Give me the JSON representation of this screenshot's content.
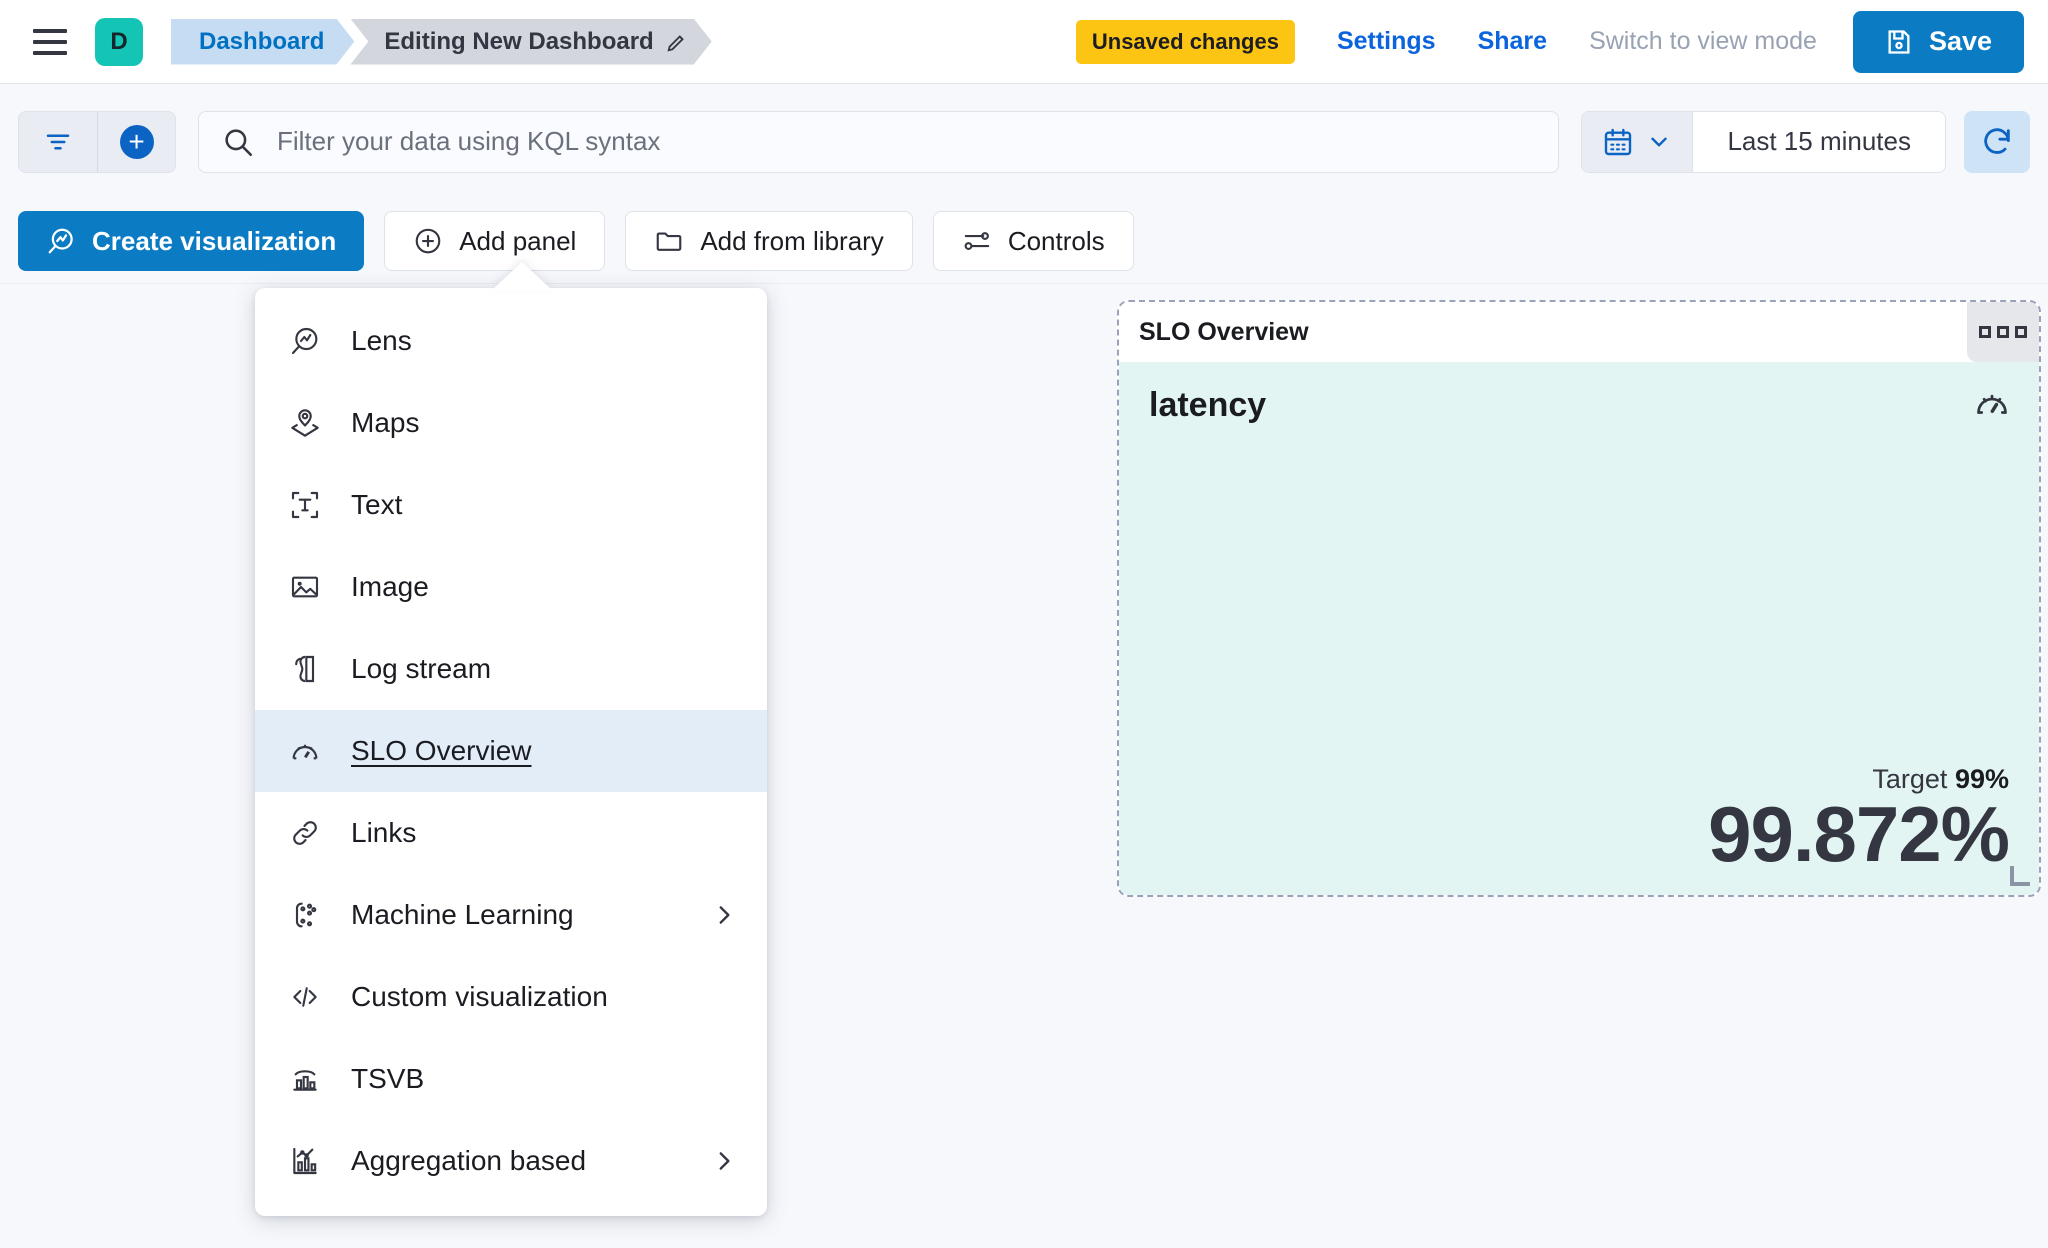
{
  "header": {
    "menu_icon": "hamburger-menu-icon",
    "space_initial": "D",
    "breadcrumbs": [
      {
        "label": "Dashboard",
        "icon": ""
      },
      {
        "label": "Editing New Dashboard",
        "icon": "pencil-icon"
      }
    ],
    "unsaved_badge": "Unsaved changes",
    "settings_link": "Settings",
    "share_link": "Share",
    "view_mode_link": "Switch to view mode",
    "save_label": "Save",
    "save_icon": "save-disk-icon",
    "accent_blue": "#0B7CC4",
    "badge_yellow": "#FDC513",
    "space_teal": "#14C5B5"
  },
  "querybar": {
    "filter_icon": "filter-icon",
    "add_filter_icon": "add-circle-icon",
    "search_icon": "search-icon",
    "placeholder": "Filter your data using KQL syntax",
    "value": "",
    "calendar_icon": "calendar-icon",
    "chevron_icon": "chevron-down-icon",
    "time_range": "Last 15 minutes",
    "refresh_icon": "refresh-icon"
  },
  "toolbar": {
    "create_visualization": "Create visualization",
    "create_visualization_icon": "lens-icon",
    "add_panel": "Add panel",
    "add_panel_icon": "plus-circle-icon",
    "add_from_library": "Add from library",
    "add_from_library_icon": "folder-icon",
    "controls": "Controls",
    "controls_icon": "controls-icon"
  },
  "add_panel_menu": {
    "items": [
      {
        "label": "Lens",
        "icon": "lens-icon",
        "submenu": false,
        "selected": false
      },
      {
        "label": "Maps",
        "icon": "map-marker-icon",
        "submenu": false,
        "selected": false
      },
      {
        "label": "Text",
        "icon": "text-box-icon",
        "submenu": false,
        "selected": false
      },
      {
        "label": "Image",
        "icon": "image-icon",
        "submenu": false,
        "selected": false
      },
      {
        "label": "Log stream",
        "icon": "log-stream-icon",
        "submenu": false,
        "selected": false
      },
      {
        "label": "SLO Overview",
        "icon": "gauge-icon",
        "submenu": false,
        "selected": true
      },
      {
        "label": "Links",
        "icon": "link-icon",
        "submenu": false,
        "selected": false
      },
      {
        "label": "Machine Learning",
        "icon": "machine-learning-icon",
        "submenu": true,
        "selected": false
      },
      {
        "label": "Custom visualization",
        "icon": "code-icon",
        "submenu": false,
        "selected": false
      },
      {
        "label": "TSVB",
        "icon": "tsvb-icon",
        "submenu": false,
        "selected": false
      },
      {
        "label": "Aggregation based",
        "icon": "aggregation-icon",
        "submenu": true,
        "selected": false
      }
    ]
  },
  "slo_panel": {
    "title": "SLO Overview",
    "menu_icon": "panel-context-menu-icon",
    "slo_name": "latency",
    "gauge_icon": "gauge-icon",
    "target_label": "Target",
    "target_value": "99%",
    "sli_value": "99.872%",
    "background_color": "#E3F5F3"
  }
}
